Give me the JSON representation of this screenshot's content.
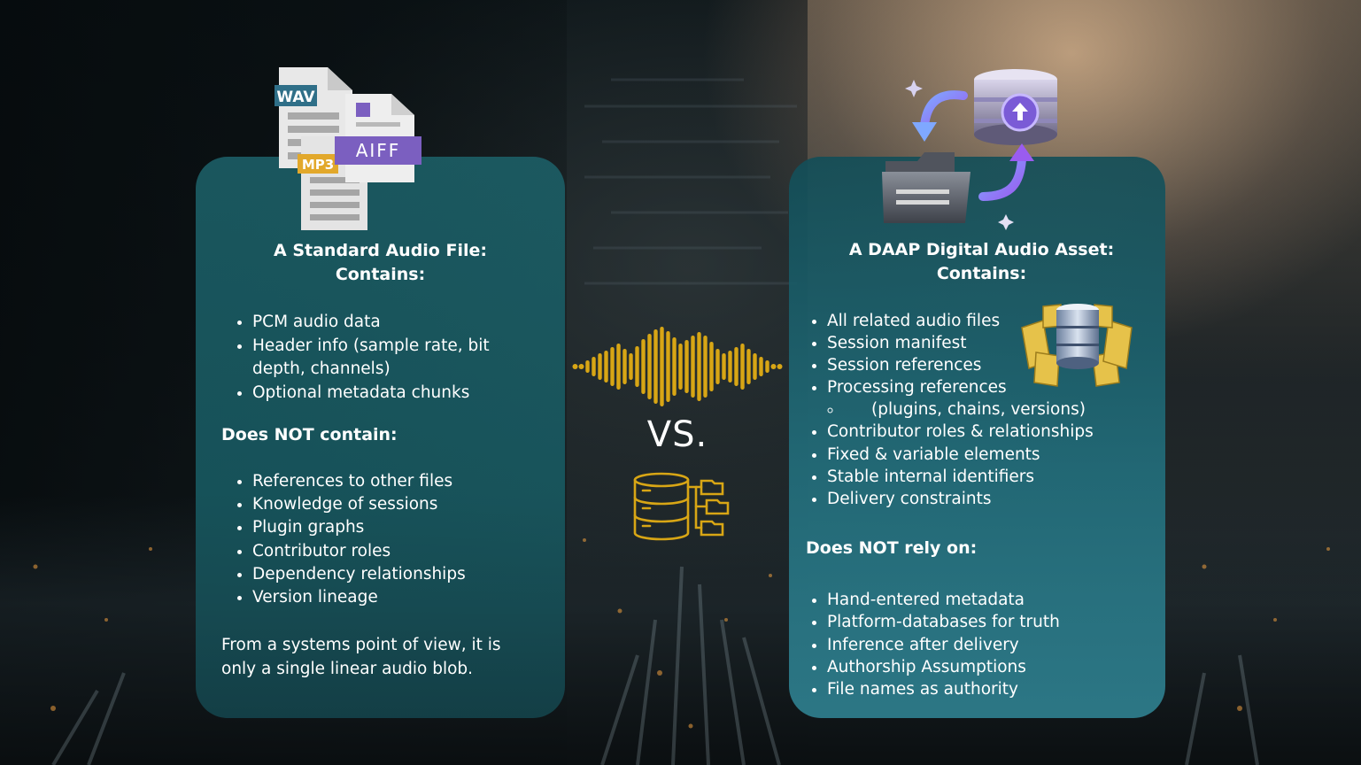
{
  "icons": {
    "left_file_labels": {
      "wav": "WAV",
      "aiff": "AIFF",
      "mp3": "MP3"
    }
  },
  "left_panel": {
    "heading_line1": "A Standard Audio File:",
    "heading_line2": "Contains:",
    "contains": [
      "PCM audio data",
      "Header info (sample rate, bit depth, channels)",
      "Optional metadata chunks"
    ],
    "not_contain_heading": "Does NOT contain:",
    "not_contain": [
      "References to other files",
      "Knowledge of sessions",
      "Plugin graphs",
      "Contributor roles",
      "Dependency relationships",
      "Version lineage"
    ],
    "summary": "From a systems point of view, it is only a single linear audio blob."
  },
  "center": {
    "vs_label": "VS."
  },
  "right_panel": {
    "heading_line1": "A DAAP Digital Audio Asset:",
    "heading_line2": "Contains:",
    "contains": [
      "All related audio files",
      "Session manifest",
      "Session references",
      "Processing references",
      "(plugins, chains, versions)",
      "Contributor roles & relationships",
      "Fixed & variable elements",
      "Stable internal identifiers",
      "Delivery constraints"
    ],
    "not_rely_heading": "Does NOT rely on:",
    "not_rely": [
      "Hand-entered metadata",
      "Platform-databases for truth",
      "Inference after delivery",
      "Authorship Assumptions",
      "File names as authority"
    ]
  },
  "colors": {
    "waveform": "#d8a615",
    "aiff_label": "#7b5fc0",
    "wav_label": "#2f6f88",
    "mp3_label": "#e2a82b"
  }
}
